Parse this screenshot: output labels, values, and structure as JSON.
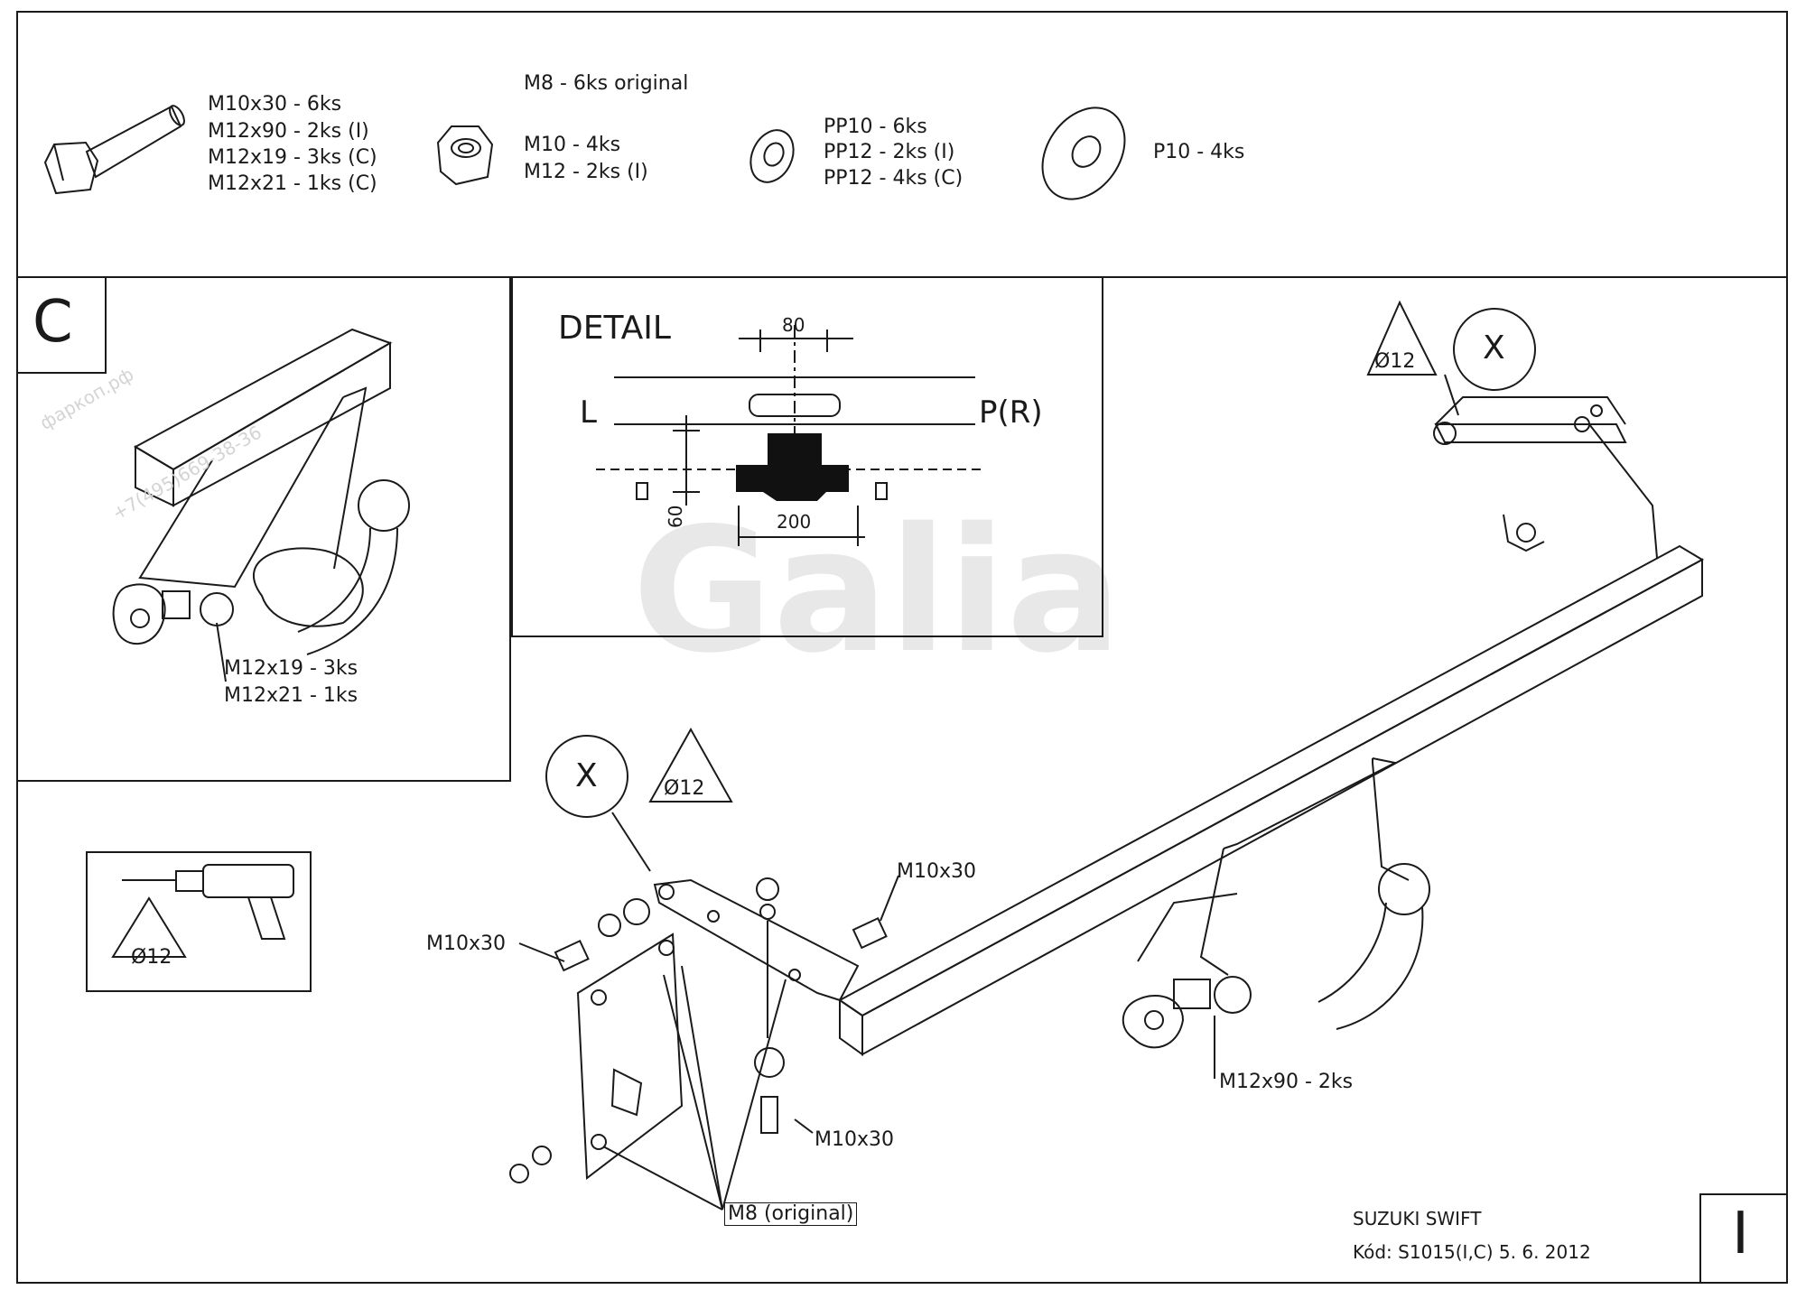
{
  "parts": {
    "bolts": [
      "M10x30 - 6ks",
      "M12x90 - 2ks (I)",
      "M12x19 - 3ks (C)",
      "M12x21 - 1ks (C)"
    ],
    "nuts_title": "M8 - 6ks original",
    "nuts": [
      "M10 - 4ks",
      "M12 - 2ks (I)"
    ],
    "washers": [
      "PP10 - 6ks",
      "PP12 - 2ks (I)",
      "PP12 - 4ks (C)"
    ],
    "big_washer": "P10 - 4ks"
  },
  "panel_c": {
    "label": "C",
    "bolt_lines": [
      "M12x19 - 3ks",
      "M12x21 - 1ks"
    ]
  },
  "detail": {
    "title": "DETAIL",
    "dim_top": "80",
    "dim_bottom": "200",
    "dim_vertical": "60",
    "left": "L",
    "right": "P(R)"
  },
  "main": {
    "drill_label": "Ø12",
    "x_label": "X",
    "x_label_2": "X",
    "tri_label": "Ø12",
    "tri_label_2": "Ø12",
    "bolt_labels": [
      "M10x30",
      "M10x30",
      "M10x30",
      "M12x90 - 2ks"
    ],
    "nut_label": "M8 (original)"
  },
  "titleblock": {
    "vehicle": "SUZUKI SWIFT",
    "code": "Kód: S1015(I,C)  5. 6. 2012",
    "sheet": "I"
  },
  "watermark": {
    "site": "фаркоп.рф",
    "phone": "+7(495)669-38-36",
    "logo": "Galia"
  }
}
